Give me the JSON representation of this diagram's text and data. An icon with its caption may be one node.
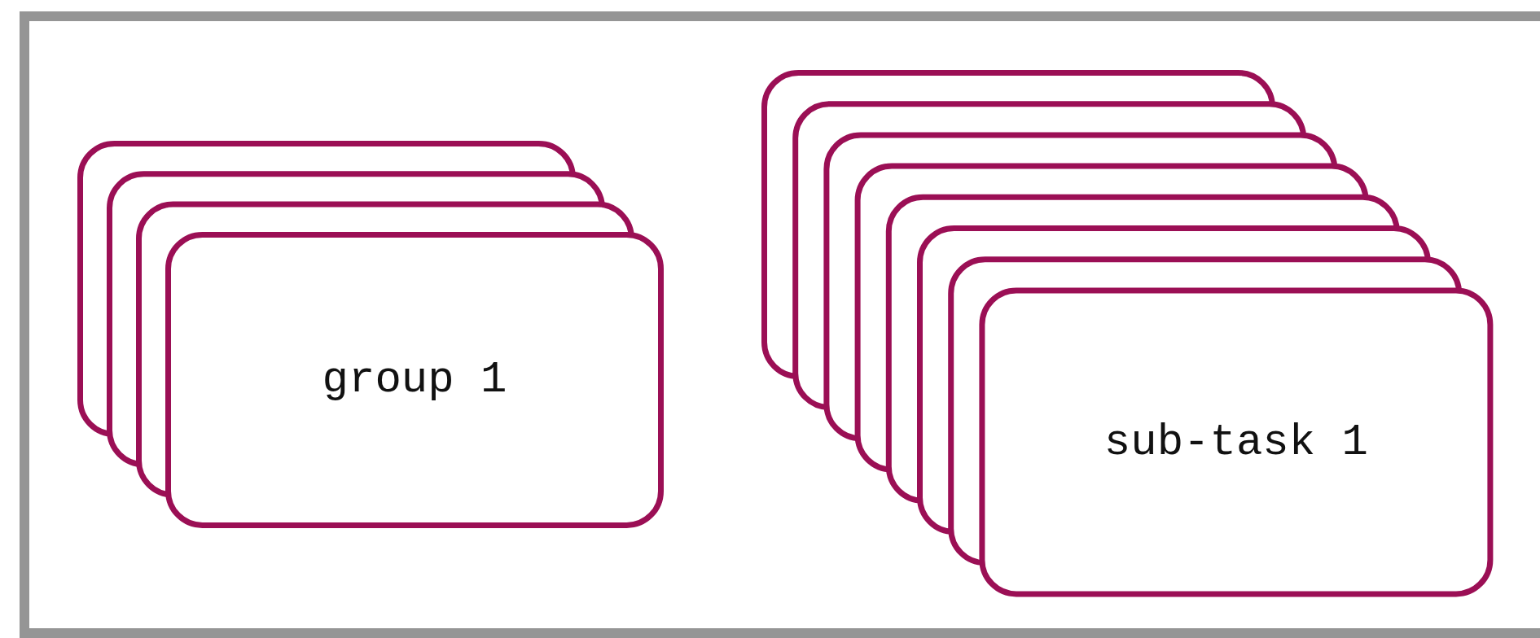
{
  "diagram": {
    "nodes": [
      {
        "text": [],
        "shape": "box"
      },
      {
        "text": [
          "group 1"
        ],
        "in": 0
      },
      {
        "text": [
          "sub-task 1"
        ],
        "in": 0
      }
    ]
  }
}
